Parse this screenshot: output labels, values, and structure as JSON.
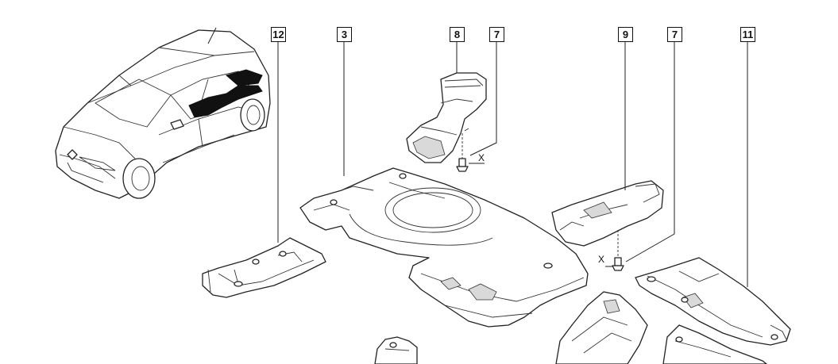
{
  "callouts": [
    {
      "id": "c12",
      "label": "12"
    },
    {
      "id": "c3",
      "label": "3"
    },
    {
      "id": "c8",
      "label": "8"
    },
    {
      "id": "c7a",
      "label": "7"
    },
    {
      "id": "c9",
      "label": "9"
    },
    {
      "id": "c7b",
      "label": "7"
    },
    {
      "id": "c11",
      "label": "11"
    }
  ],
  "axis_markers": {
    "left": "X",
    "right": "X"
  }
}
